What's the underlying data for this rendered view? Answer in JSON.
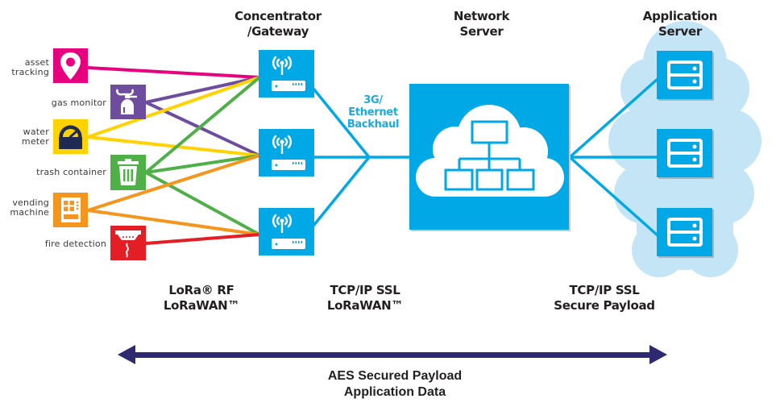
{
  "headings": {
    "gateway": [
      "Concentrator",
      "/Gateway"
    ],
    "network": [
      "Network",
      "Server"
    ],
    "application": [
      "Application",
      "Server"
    ]
  },
  "devices": [
    {
      "id": "asset-tracking",
      "label": [
        "asset",
        "tracking"
      ],
      "icon": "map-pin-icon",
      "color": "#e6007e",
      "gateways": [
        0
      ]
    },
    {
      "id": "gas-monitor",
      "label": [
        "gas monitor"
      ],
      "icon": "gas-canister-icon",
      "color": "#6e4c9e",
      "gateways": [
        0,
        1
      ]
    },
    {
      "id": "water-meter",
      "label": [
        "water",
        "meter"
      ],
      "icon": "gauge-icon",
      "color": "#ffd200",
      "gateways": [
        0,
        1
      ]
    },
    {
      "id": "trash-container",
      "label": [
        "trash container"
      ],
      "icon": "trash-can-icon",
      "color": "#4fb048",
      "gateways": [
        0,
        1,
        2
      ]
    },
    {
      "id": "vending-machine",
      "label": [
        "vending",
        "machine"
      ],
      "icon": "vending-machine-icon",
      "color": "#f4961e",
      "gateways": [
        1,
        2
      ]
    },
    {
      "id": "fire-detection",
      "label": [
        "fire detection"
      ],
      "icon": "smoke-detector-icon",
      "color": "#e31e24",
      "gateways": [
        2
      ]
    }
  ],
  "gateways": [
    {
      "icon": "wireless-router-icon"
    },
    {
      "icon": "wireless-router-icon"
    },
    {
      "icon": "wireless-router-icon"
    }
  ],
  "backhaul_label": [
    "3G/",
    "Ethernet",
    "Backhaul"
  ],
  "network_server": {
    "icon": "cloud-network-icon"
  },
  "app_servers": [
    {
      "icon": "server-icon"
    },
    {
      "icon": "server-icon"
    },
    {
      "icon": "server-icon"
    }
  ],
  "protocols": {
    "rf": [
      "LoRa® RF",
      "LoRaWAN™"
    ],
    "backhaul": [
      "TCP/IP SSL",
      "LoRaWAN™"
    ],
    "app": [
      "TCP/IP SSL",
      "Secure Payload"
    ]
  },
  "end_to_end": {
    "label": [
      "AES Secured Payload",
      "Application Data"
    ]
  },
  "colors": {
    "blue": "#00a9e6",
    "cloud_light": "#c4e5f6",
    "arrow": "#2e2a72"
  }
}
